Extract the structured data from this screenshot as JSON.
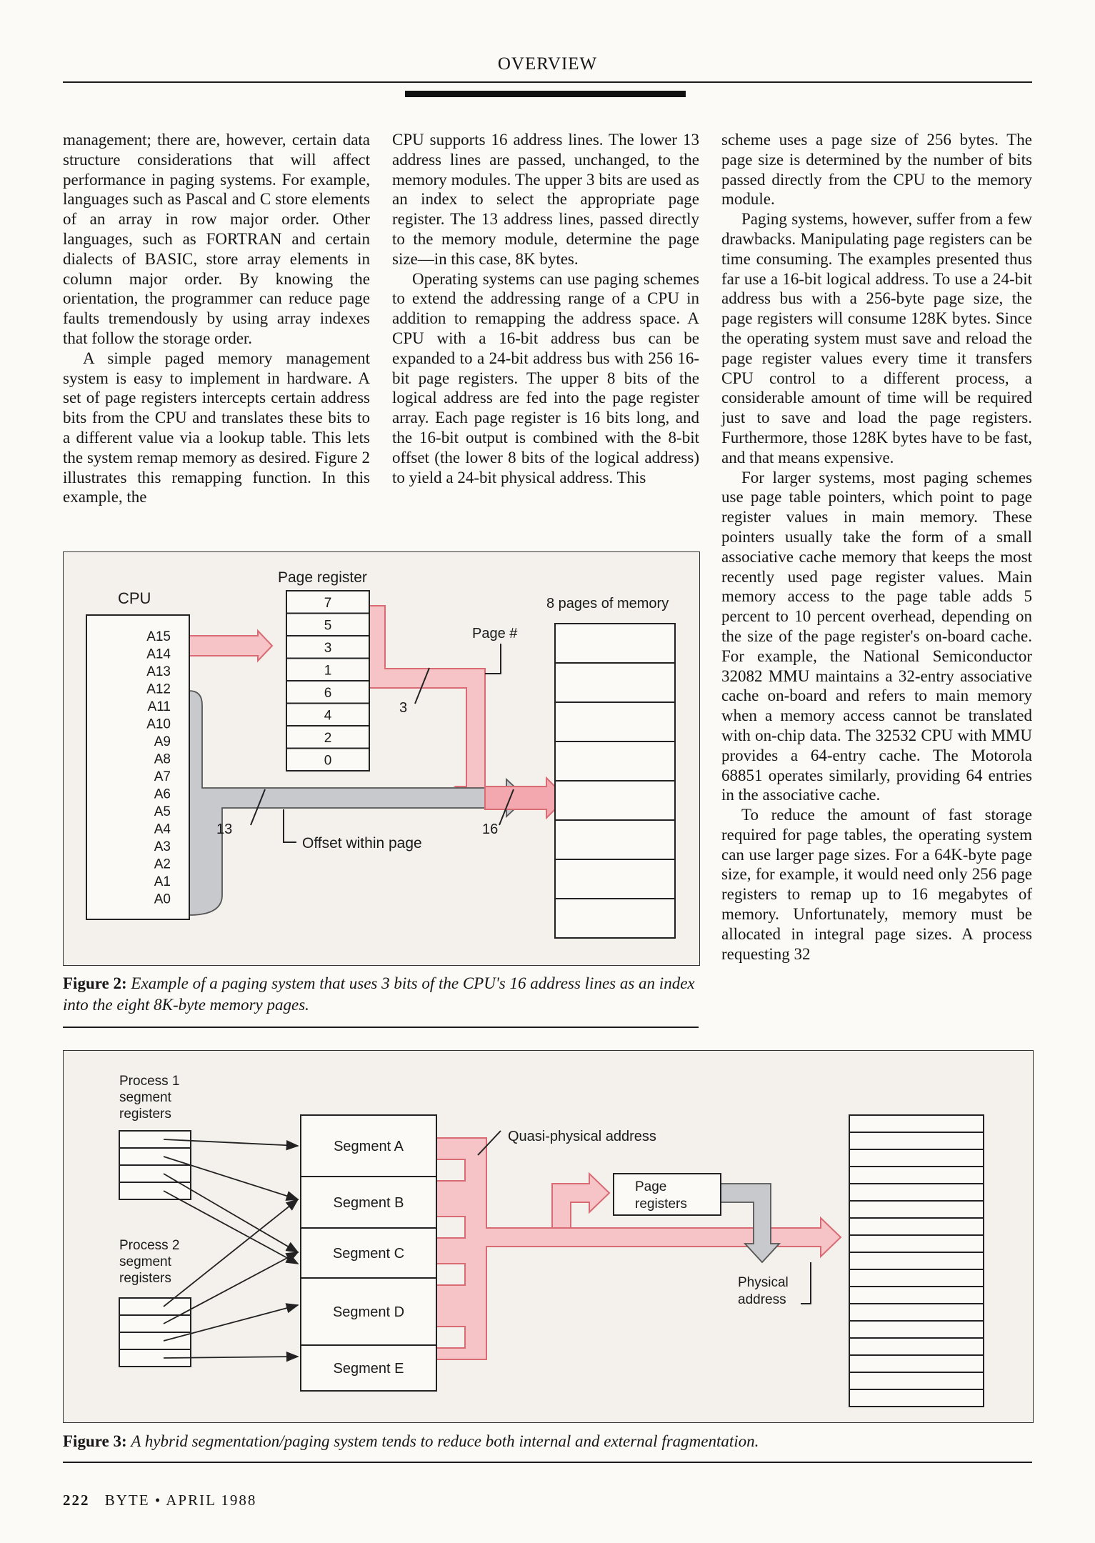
{
  "header": {
    "section": "OVERVIEW"
  },
  "columns": {
    "col1": [
      "management; there are, however, certain data structure considerations that will affect performance in paging systems. For example, languages such as Pascal and C store elements of an array in row major order. Other languages, such as FORTRAN and certain dialects of BASIC, store array elements in column major order. By knowing the orientation, the programmer can reduce page faults tremendously by using array indexes that follow the storage order.",
      "A simple paged memory management system is easy to implement in hardware. A set of page registers intercepts certain address bits from the CPU and translates these bits to a different value via a lookup table. This lets the system remap memory as desired. Figure 2 illustrates this remapping function. In this example, the"
    ],
    "col2": [
      "CPU supports 16 address lines. The lower 13 address lines are passed, unchanged, to the memory modules. The upper 3 bits are used as an index to select the appropriate page register. The 13 address lines, passed directly to the memory module, determine the page size—in this case, 8K bytes.",
      "Operating systems can use paging schemes to extend the addressing range of a CPU in addition to remapping the address space. A CPU with a 16-bit address bus can be expanded to a 24-bit address bus with 256 16-bit page registers. The upper 8 bits of the logical address are fed into the page register array. Each page register is 16 bits long, and the 16-bit output is combined with the 8-bit offset (the lower 8 bits of the logical address) to yield a 24-bit physical address. This"
    ],
    "col3": [
      "scheme uses a page size of 256 bytes. The page size is determined by the number of bits passed directly from the CPU to the memory module.",
      "Paging systems, however, suffer from a few drawbacks. Manipulating page registers can be time consuming. The examples presented thus far use a 16-bit logical address. To use a 24-bit address bus with a 256-byte page size, the page registers will consume 128K bytes. Since the operating system must save and reload the page register values every time it transfers CPU control to a different process, a considerable amount of time will be required just to save and load the page registers. Furthermore, those 128K bytes have to be fast, and that means expensive.",
      "For larger systems, most paging schemes use page table pointers, which point to page register values in main memory. These pointers usually take the form of a small associative cache memory that keeps the most recently used page register values. Main memory access to the page table adds 5 percent to 10 percent overhead, depending on the size of the page register's on-board cache. For example, the National Semiconductor 32082 MMU maintains a 32-entry associative cache on-board and refers to main memory when a memory access cannot be translated with on-chip data. The 32532 CPU with MMU provides a 64-entry cache. The Motorola 68851 operates similarly, providing 64 entries in the associative cache.",
      "To reduce the amount of fast storage required for page tables, the operating system can use larger page sizes. For a 64K-byte page size, for example, it would need only 256 page registers to remap up to 16 megabytes of memory. Unfortunately, memory must be allocated in integral page sizes. A process requesting 32"
    ]
  },
  "figure2": {
    "cpu_label": "CPU",
    "address_lines": [
      "A15",
      "A14",
      "A13",
      "A12",
      "A11",
      "A10",
      "A9",
      "A8",
      "A7",
      "A6",
      "A5",
      "A4",
      "A3",
      "A2",
      "A1",
      "A0"
    ],
    "page_register_label": "Page register",
    "page_register_values": [
      "7",
      "5",
      "3",
      "1",
      "6",
      "4",
      "2",
      "0"
    ],
    "memory_label": "8 pages of memory",
    "page_num_label": "Page #",
    "bits_3": "3",
    "bits_13": "13",
    "bits_16": "16",
    "offset_label": "Offset within page",
    "caption_label": "Figure 2:",
    "caption_text": "Example of a paging system that uses 3 bits of the CPU's 16 address lines as an index into the eight 8K-byte memory pages."
  },
  "figure3": {
    "process1_label": [
      "Process 1",
      "segment",
      "registers"
    ],
    "process2_label": [
      "Process 2",
      "segment",
      "registers"
    ],
    "segments": [
      "Segment A",
      "Segment B",
      "Segment C",
      "Segment D",
      "Segment E"
    ],
    "quasi_label": "Quasi-physical address",
    "page_registers_label": [
      "Page",
      "registers"
    ],
    "physical_label": [
      "Physical",
      "address"
    ],
    "caption_label": "Figure 3:",
    "caption_text": "A hybrid segmentation/paging system tends to reduce both internal and external fragmentation."
  },
  "footer": {
    "page": "222",
    "magazine": "BYTE • APRIL 1988"
  },
  "colors": {
    "pink": "#f6c3c6",
    "pink_stroke": "#d96b74",
    "gray_arrow": "#c8c9cc"
  }
}
